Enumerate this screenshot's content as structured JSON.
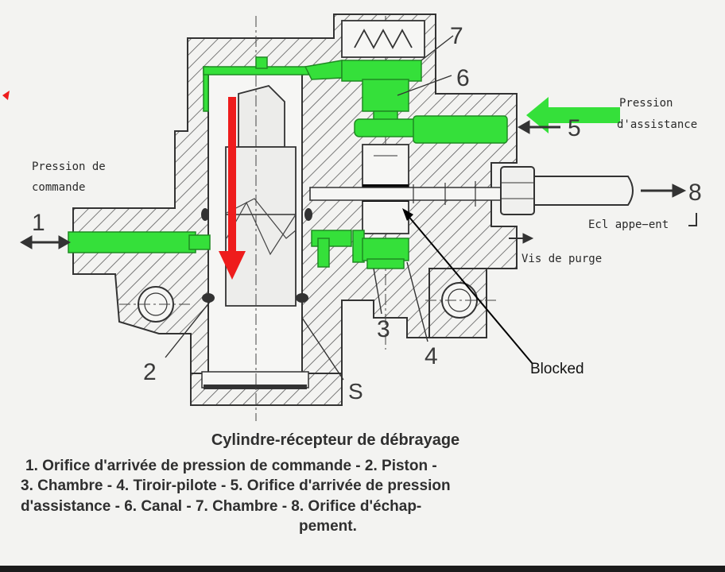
{
  "labels": {
    "pression_commande": [
      "Pression de",
      "commande"
    ],
    "pression_assistance": [
      "Pression",
      "d'assistance"
    ],
    "echappement": "Ecl appe−ent",
    "vis_de_purge": "Vis de purge",
    "blocked": "Blocked"
  },
  "numbers": {
    "n1": "1",
    "n2": "2",
    "n3": "3",
    "n4": "4",
    "n5": "5",
    "n6": "6",
    "n7": "7",
    "n8": "8",
    "s": "S"
  },
  "caption": {
    "title": "Cylindre-récepteur de débrayage",
    "legend_lines": [
      "1. Orifice d'arrivée de pression de commande - 2. Piston -",
      "3. Chambre - 4. Tiroir-pilote - 5. Orifice d'arrivée de pression",
      "d'assistance - 6. Canal - 7. Chambre - 8. Orifice d'échap-",
      "pement."
    ]
  },
  "colors": {
    "fluid": "#35e03a",
    "arrow_red": "#ee1c1c",
    "body_hatch": "#555555",
    "background": "#f3f3f1"
  }
}
